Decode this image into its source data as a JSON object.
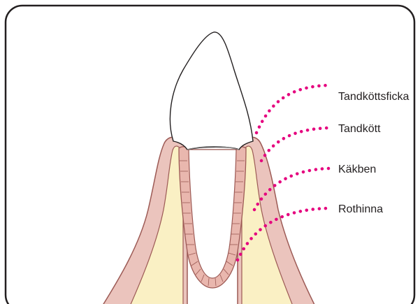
{
  "colors": {
    "frame": "#231f20",
    "gum_fill": "#ebc4bd",
    "gum_stroke": "#9c5a55",
    "bone_fill": "#faf0c4",
    "ligament_fill": "#e9b7ae",
    "tooth_fill": "#ffffff",
    "leader": "#e5007e"
  },
  "labels": {
    "pocket": "Tandkötts­ficka",
    "gum": "Tandkött",
    "bone": "Käkben",
    "ligament": "Rothinna"
  }
}
